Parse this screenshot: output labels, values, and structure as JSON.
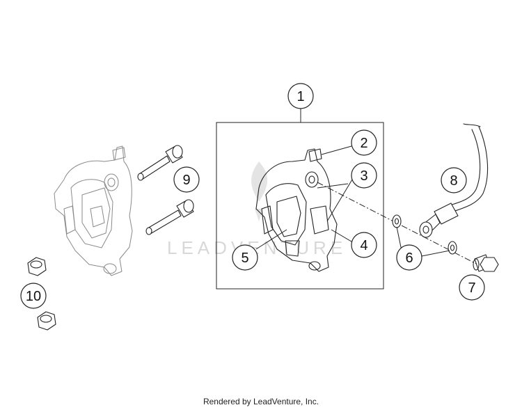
{
  "callouts": [
    {
      "id": "c1",
      "label": "1"
    },
    {
      "id": "c2",
      "label": "2"
    },
    {
      "id": "c3",
      "label": "3"
    },
    {
      "id": "c4",
      "label": "4"
    },
    {
      "id": "c5",
      "label": "5"
    },
    {
      "id": "c6",
      "label": "6"
    },
    {
      "id": "c7",
      "label": "7"
    },
    {
      "id": "c8",
      "label": "8"
    },
    {
      "id": "c9",
      "label": "9"
    },
    {
      "id": "c10",
      "label": "10"
    }
  ],
  "watermark": {
    "text": "LEADVENTURE"
  },
  "footer": {
    "text": "Rendered by LeadVenture, Inc."
  }
}
